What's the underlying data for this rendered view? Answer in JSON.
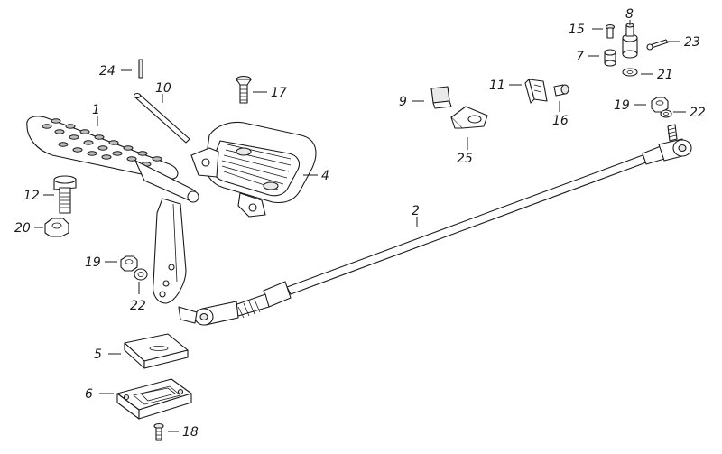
{
  "diagram": {
    "callouts": [
      {
        "id": "c1",
        "number": "1"
      },
      {
        "id": "c2",
        "number": "2"
      },
      {
        "id": "c4",
        "number": "4"
      },
      {
        "id": "c5",
        "number": "5"
      },
      {
        "id": "c6",
        "number": "6"
      },
      {
        "id": "c7",
        "number": "7"
      },
      {
        "id": "c8",
        "number": "8"
      },
      {
        "id": "c9",
        "number": "9"
      },
      {
        "id": "c10",
        "number": "10"
      },
      {
        "id": "c11",
        "number": "11"
      },
      {
        "id": "c12",
        "number": "12"
      },
      {
        "id": "c15",
        "number": "15"
      },
      {
        "id": "c16",
        "number": "16"
      },
      {
        "id": "c17",
        "number": "17"
      },
      {
        "id": "c18",
        "number": "18"
      },
      {
        "id": "c19a",
        "number": "19"
      },
      {
        "id": "c19b",
        "number": "19"
      },
      {
        "id": "c20",
        "number": "20"
      },
      {
        "id": "c21",
        "number": "21"
      },
      {
        "id": "c22a",
        "number": "22"
      },
      {
        "id": "c22b",
        "number": "22"
      },
      {
        "id": "c23",
        "number": "23"
      },
      {
        "id": "c24",
        "number": "24"
      },
      {
        "id": "c25",
        "number": "25"
      }
    ]
  }
}
